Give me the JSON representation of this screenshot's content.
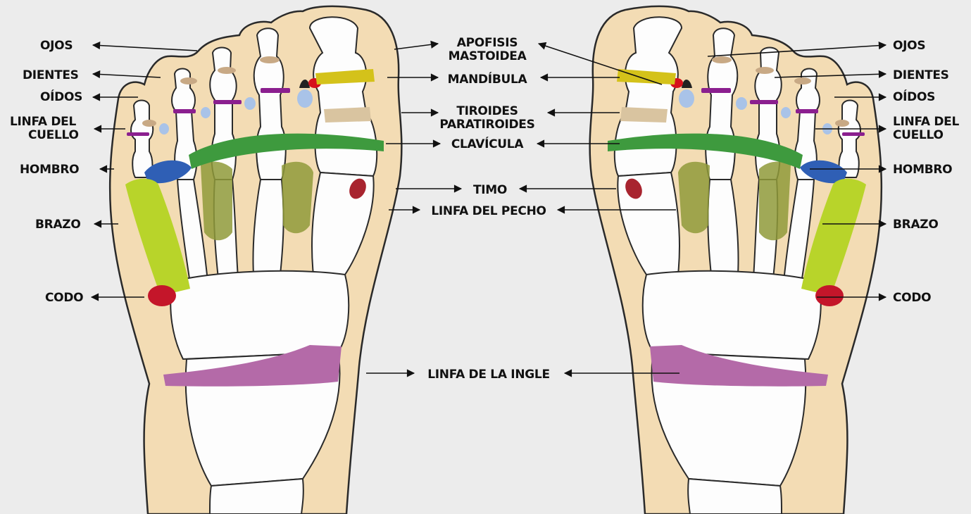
{
  "labels": {
    "ojos": "OJOS",
    "dientes": "DIENTES",
    "oidos": "OÍDOS",
    "linfa_cuello_1": "LINFA DEL",
    "linfa_cuello_2": "CUELLO",
    "hombro": "HOMBRO",
    "brazo": "BRAZO",
    "codo": "CODO",
    "apofisis_1": "APOFISIS",
    "apofisis_2": "MASTOIDEA",
    "mandibula": "MANDÍBULA",
    "tiroides_1": "TIROIDES",
    "tiroides_2": "PARATIROIDES",
    "clavicula": "CLAVÍCULA",
    "timo": "TIMO",
    "linfa_pecho": "LINFA DEL PECHO",
    "linfa_ingle": "LINFA DE LA INGLE"
  },
  "colors": {
    "background": "#ececec",
    "skin": "#f3dcb4",
    "eyes_teeth": "#c8a985",
    "ears": "#a9c3e8",
    "neck_lymph": "#8b1f8f",
    "mandible": "#d4c21a",
    "thyroid": "#d9c4a0",
    "clavicle": "#3e9a3e",
    "shoulder": "#2f5fb5",
    "arm": "#b8d42a",
    "elbow": "#c4162a",
    "thymus": "#a8242f",
    "chest_lymph": "#8f9a3a",
    "groin_lymph": "#b46aa8",
    "mastoid": "#d6101c"
  }
}
